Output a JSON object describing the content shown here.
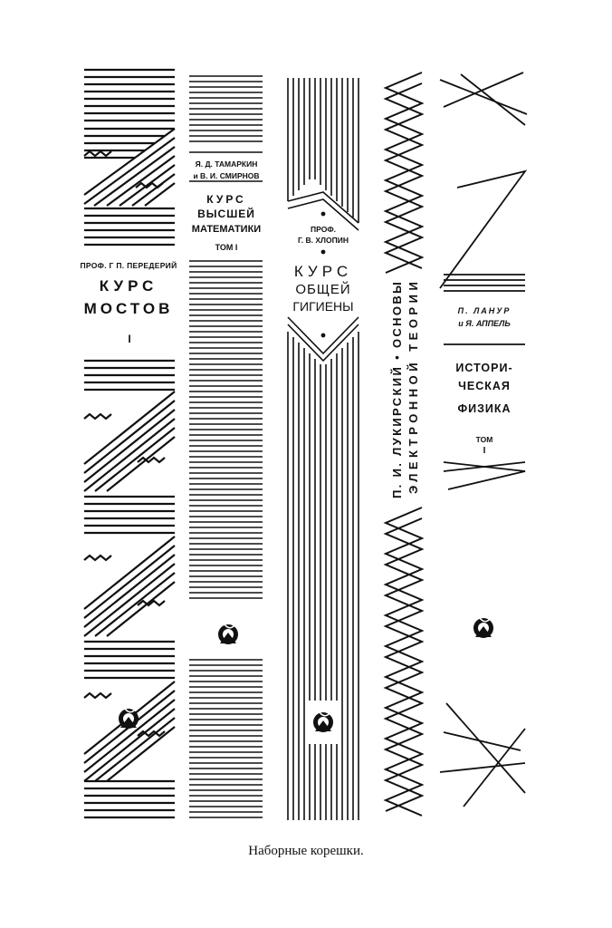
{
  "caption": "Наборные корешки.",
  "spines": [
    {
      "author": "ПРОФ. Г П. ПЕРЕДЕРИЙ",
      "title_line1": "КУРС",
      "title_line2": "МОСТОВ",
      "volume": "I"
    },
    {
      "author_line1": "Я. Д. ТАМАРКИН",
      "author_line2": "и В. И. СМИРНОВ",
      "title_line1": "КУРС",
      "title_line2": "ВЫСШЕЙ",
      "title_line3": "МАТЕМАТИКИ",
      "volume": "ТОМ I"
    },
    {
      "author_line1": "ПРОФ.",
      "author_line2": "Г. В. ХЛОПИН",
      "title_line1": "КУРС",
      "title_line2": "ОБЩЕЙ",
      "title_line3": "ГИГИЕНЫ"
    },
    {
      "line1": "П. И. ЛУКИРСКИЙ • ОСНОВЫ",
      "line2": "ЭЛЕКТРОННОЙ ТЕОРИИ"
    },
    {
      "author_line1": "П. ЛАНУР",
      "author_line2": "и Я. АППЕЛЬ",
      "title_line1": "ИСТОРИ-",
      "title_line2": "ЧЕСКАЯ",
      "title_line3": "ФИЗИКА",
      "volume_label": "ТОМ",
      "volume_number": "I"
    }
  ],
  "publisher_mark": "publisher-emblem"
}
